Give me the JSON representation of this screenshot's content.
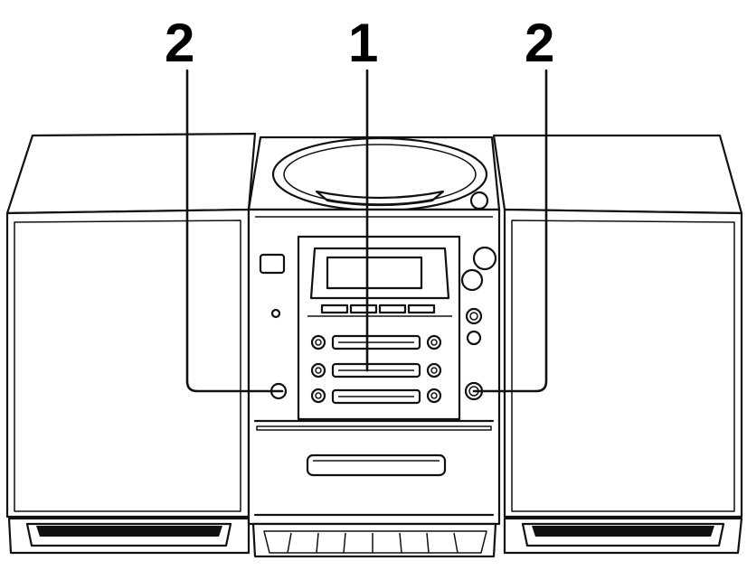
{
  "callouts": [
    {
      "id": "left",
      "label": "2"
    },
    {
      "id": "center",
      "label": "1"
    },
    {
      "id": "right",
      "label": "2"
    }
  ]
}
